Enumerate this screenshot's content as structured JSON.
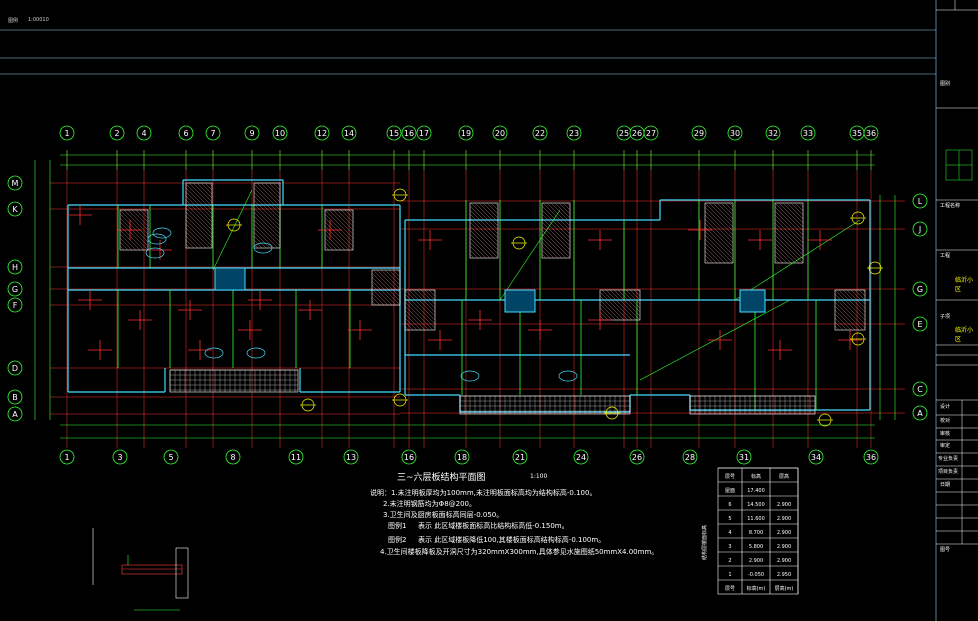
{
  "header": {
    "tag1": "图例",
    "tag2": "1:00010"
  },
  "grid_top": [
    "1",
    "2",
    "4",
    "6",
    "7",
    "9",
    "10",
    "12",
    "14",
    "15",
    "16",
    "17",
    "19",
    "20",
    "22",
    "23",
    "25",
    "26",
    "27",
    "29",
    "30",
    "32",
    "33",
    "35",
    "36"
  ],
  "grid_bottom": [
    "1",
    "3",
    "5",
    "8",
    "11",
    "13",
    "16",
    "18",
    "21",
    "24",
    "26",
    "28",
    "31",
    "34",
    "36"
  ],
  "grid_left": [
    "M",
    "K",
    "H",
    "G",
    "F",
    "D",
    "B",
    "A"
  ],
  "grid_right": [
    "L",
    "J",
    "G",
    "E",
    "C",
    "A"
  ],
  "plan": {
    "title": "三~六层板结构平面图",
    "scale": "1:100",
    "notes": [
      "说明：1.未注明板厚均为100mm,未注明板面标高均为结构标高-0.100。",
      "2.未注明钢筋均为Φ8@200。",
      "3.卫生间及厨房板面标高同层-0.050。",
      "图例1",
      "图例2",
      "4.卫生间楼板降板及开洞尺寸为320mmX300mm,具体参见水施图纸50mmX4.00mm。"
    ],
    "legend1": "表示 此区域楼板面标高比结构标高低-0.150m。",
    "legend2": "表示 此区域楼板降低100,其楼板面标高结构标高-0.100m。"
  },
  "table": {
    "headers": [
      "层号",
      "标高",
      "层高"
    ],
    "rows": [
      [
        "屋面",
        "17.400",
        ""
      ],
      [
        "6",
        "14.500",
        "2.900"
      ],
      [
        "5",
        "11.600",
        "2.900"
      ],
      [
        "4",
        "8.700",
        "2.900"
      ],
      [
        "3",
        "5.800",
        "2.900"
      ],
      [
        "2",
        "2.900",
        "2.900"
      ],
      [
        "1",
        "-0.050",
        "2.950"
      ],
      [
        "层号",
        "标高(m)",
        "层高(m)"
      ]
    ],
    "side": "结构层楼面标高"
  },
  "titleblock": {
    "rows": [
      "图别",
      "工程名称",
      "临沂小区",
      "工程",
      "临沂小区",
      "子项",
      "设计",
      "校对",
      "审核",
      "审定",
      "专业负责",
      "项目负责",
      "日期",
      "图号"
    ]
  }
}
